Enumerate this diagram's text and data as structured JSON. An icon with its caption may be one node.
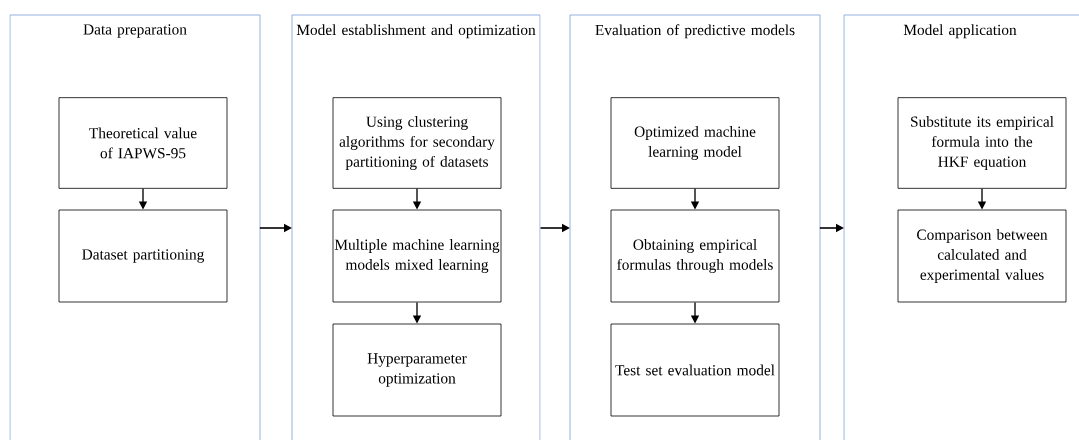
{
  "diagram": {
    "nodes": [
      {
        "text": [
          "Data preparation"
        ]
      },
      {
        "text": [
          "Theoretical value of IAPWS-95"
        ],
        "in": 0
      },
      {
        "text": [
          "Dataset partitioning"
        ],
        "in": 0
      },
      {
        "text": [
          "Model establishment and optimization"
        ]
      },
      {
        "text": [
          "Using clustering algorithms for secondary partitioning of datasets"
        ],
        "in": 3
      },
      {
        "text": [
          "Multiple machine learning models mixed learning"
        ],
        "in": 3
      },
      {
        "text": [
          "Hyperparameter optimization"
        ],
        "in": 3
      },
      {
        "text": [
          "Evaluation of predictive models"
        ]
      },
      {
        "text": [
          "Optimized machine learning model"
        ],
        "in": 7
      },
      {
        "text": [
          "Obtaining empirical formulas through models"
        ],
        "in": 7
      },
      {
        "text": [
          "Test set evaluation model"
        ],
        "in": 7
      },
      {
        "text": [
          "Model application"
        ]
      },
      {
        "text": [
          "Substitute its empirical formula into the HKF equation"
        ],
        "in": 11
      },
      {
        "text": [
          "Comparison between calculated and experimental values"
        ],
        "in": 11
      }
    ],
    "edges": [
      {
        "from": 1,
        "to": 2,
        "arrow": "to"
      },
      {
        "from": 0,
        "to": 3,
        "arrow": "to"
      },
      {
        "from": 4,
        "to": 5,
        "arrow": "to"
      },
      {
        "from": 5,
        "to": 6,
        "arrow": "to"
      },
      {
        "from": 3,
        "to": 7,
        "arrow": "to"
      },
      {
        "from": 8,
        "to": 9,
        "arrow": "to"
      },
      {
        "from": 9,
        "to": 10,
        "arrow": "to"
      },
      {
        "from": 7,
        "to": 11,
        "arrow": "to"
      },
      {
        "from": 12,
        "to": 13,
        "arrow": "to"
      }
    ]
  }
}
